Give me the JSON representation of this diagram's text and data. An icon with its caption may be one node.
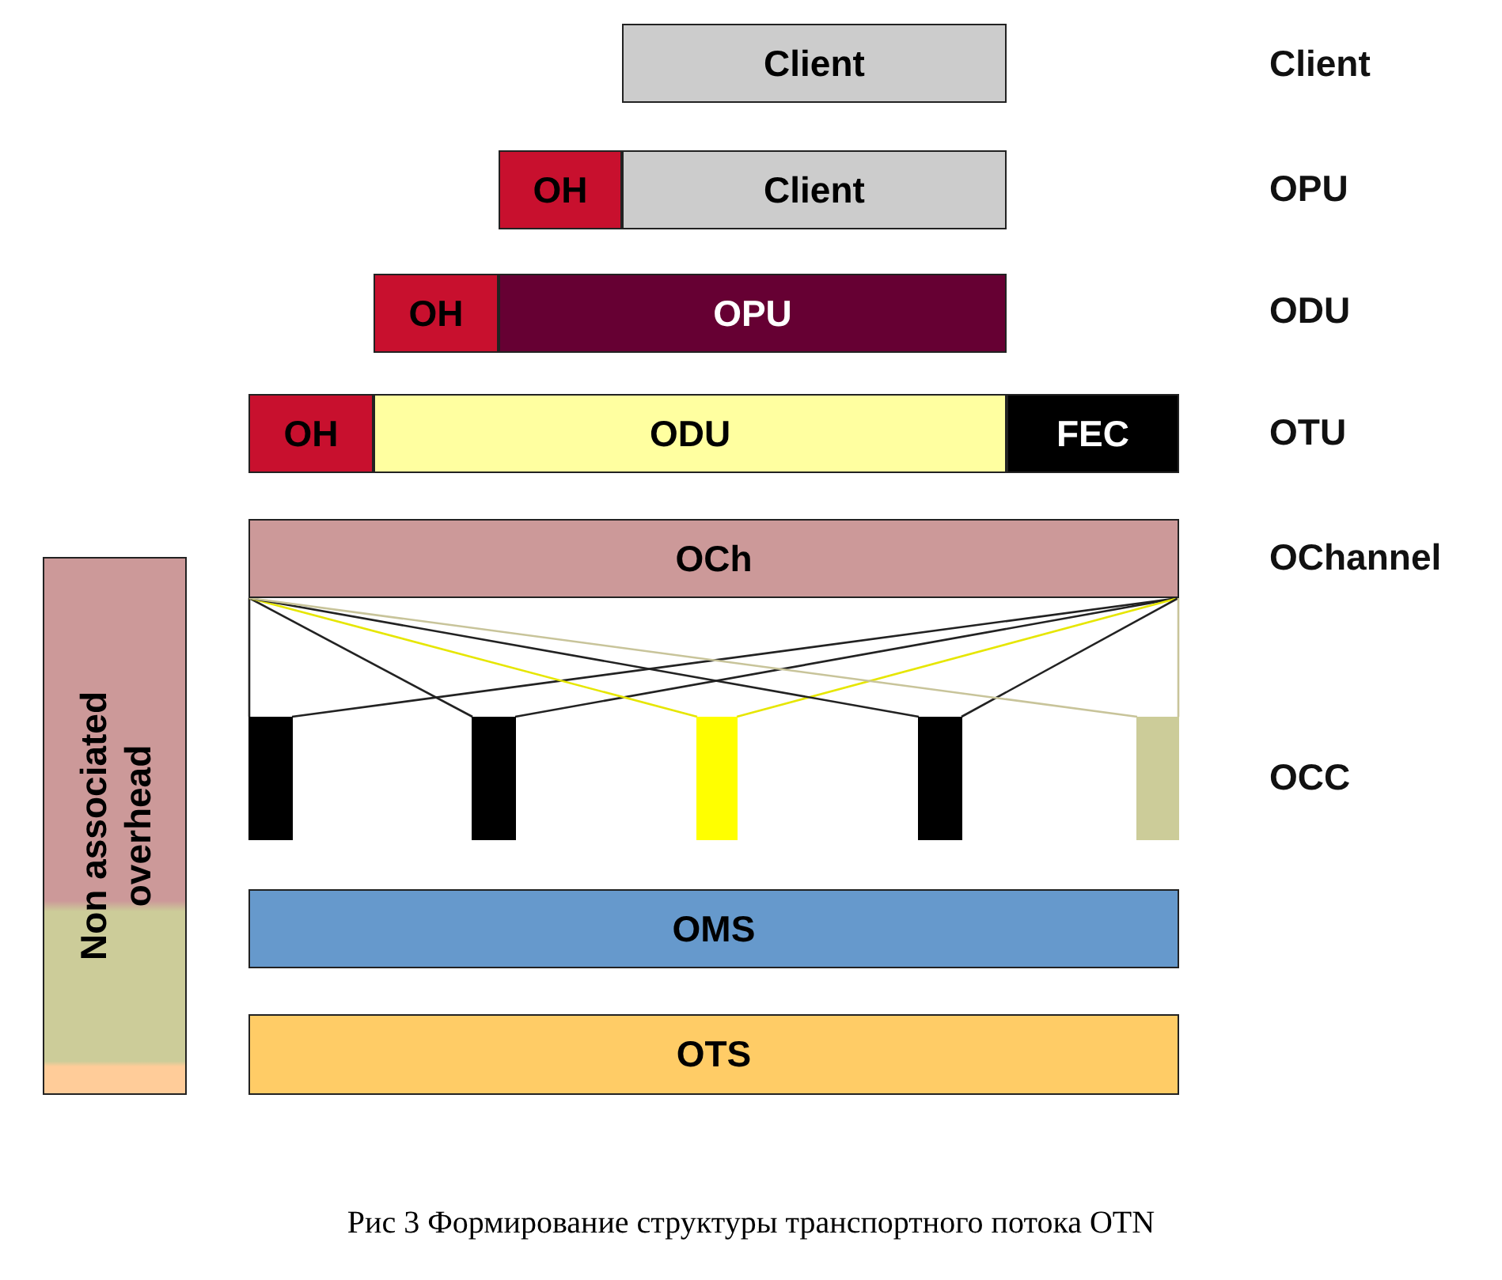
{
  "diagram": {
    "caption": "Рис 3 Формирование структуры транспортного потока OTN",
    "nodes": [
      {
        "text": [
          "Client"
        ]
      },
      {
        "text": [
          "OH"
        ]
      },
      {
        "text": [
          "Client"
        ]
      },
      {
        "text": [
          "OH"
        ]
      },
      {
        "text": [
          "OPU"
        ]
      },
      {
        "text": [
          "OH"
        ]
      },
      {
        "text": [
          "ODU"
        ]
      },
      {
        "text": [
          "FEC"
        ]
      },
      {
        "text": [
          "OCh"
        ]
      },
      {
        "text": [],
        "shape": "bar"
      },
      {
        "text": [],
        "shape": "bar"
      },
      {
        "text": [],
        "shape": "bar"
      },
      {
        "text": [],
        "shape": "bar"
      },
      {
        "text": [],
        "shape": "bar"
      },
      {
        "text": [
          "OMS"
        ]
      },
      {
        "text": [
          "OTS"
        ]
      },
      {
        "text": [
          "Non associated overhead"
        ]
      }
    ],
    "edges": [
      {
        "from": 8,
        "to": 9,
        "arrow": "none"
      },
      {
        "from": 8,
        "to": 9,
        "arrow": "none"
      },
      {
        "from": 8,
        "to": 10,
        "arrow": "none"
      },
      {
        "from": 8,
        "to": 10,
        "arrow": "none"
      },
      {
        "from": 8,
        "to": 11,
        "arrow": "none",
        "color": "#e6e600"
      },
      {
        "from": 8,
        "to": 11,
        "arrow": "none",
        "color": "#e6e600"
      },
      {
        "from": 8,
        "to": 12,
        "arrow": "none"
      },
      {
        "from": 8,
        "to": 12,
        "arrow": "none"
      },
      {
        "from": 8,
        "to": 13,
        "arrow": "none",
        "color": "#c8c49a"
      },
      {
        "from": 8,
        "to": 13,
        "arrow": "none",
        "color": "#c8c49a"
      }
    ],
    "labels": [
      "Client",
      "OPU",
      "ODU",
      "OTU",
      "OChannel",
      "OCC"
    ]
  }
}
